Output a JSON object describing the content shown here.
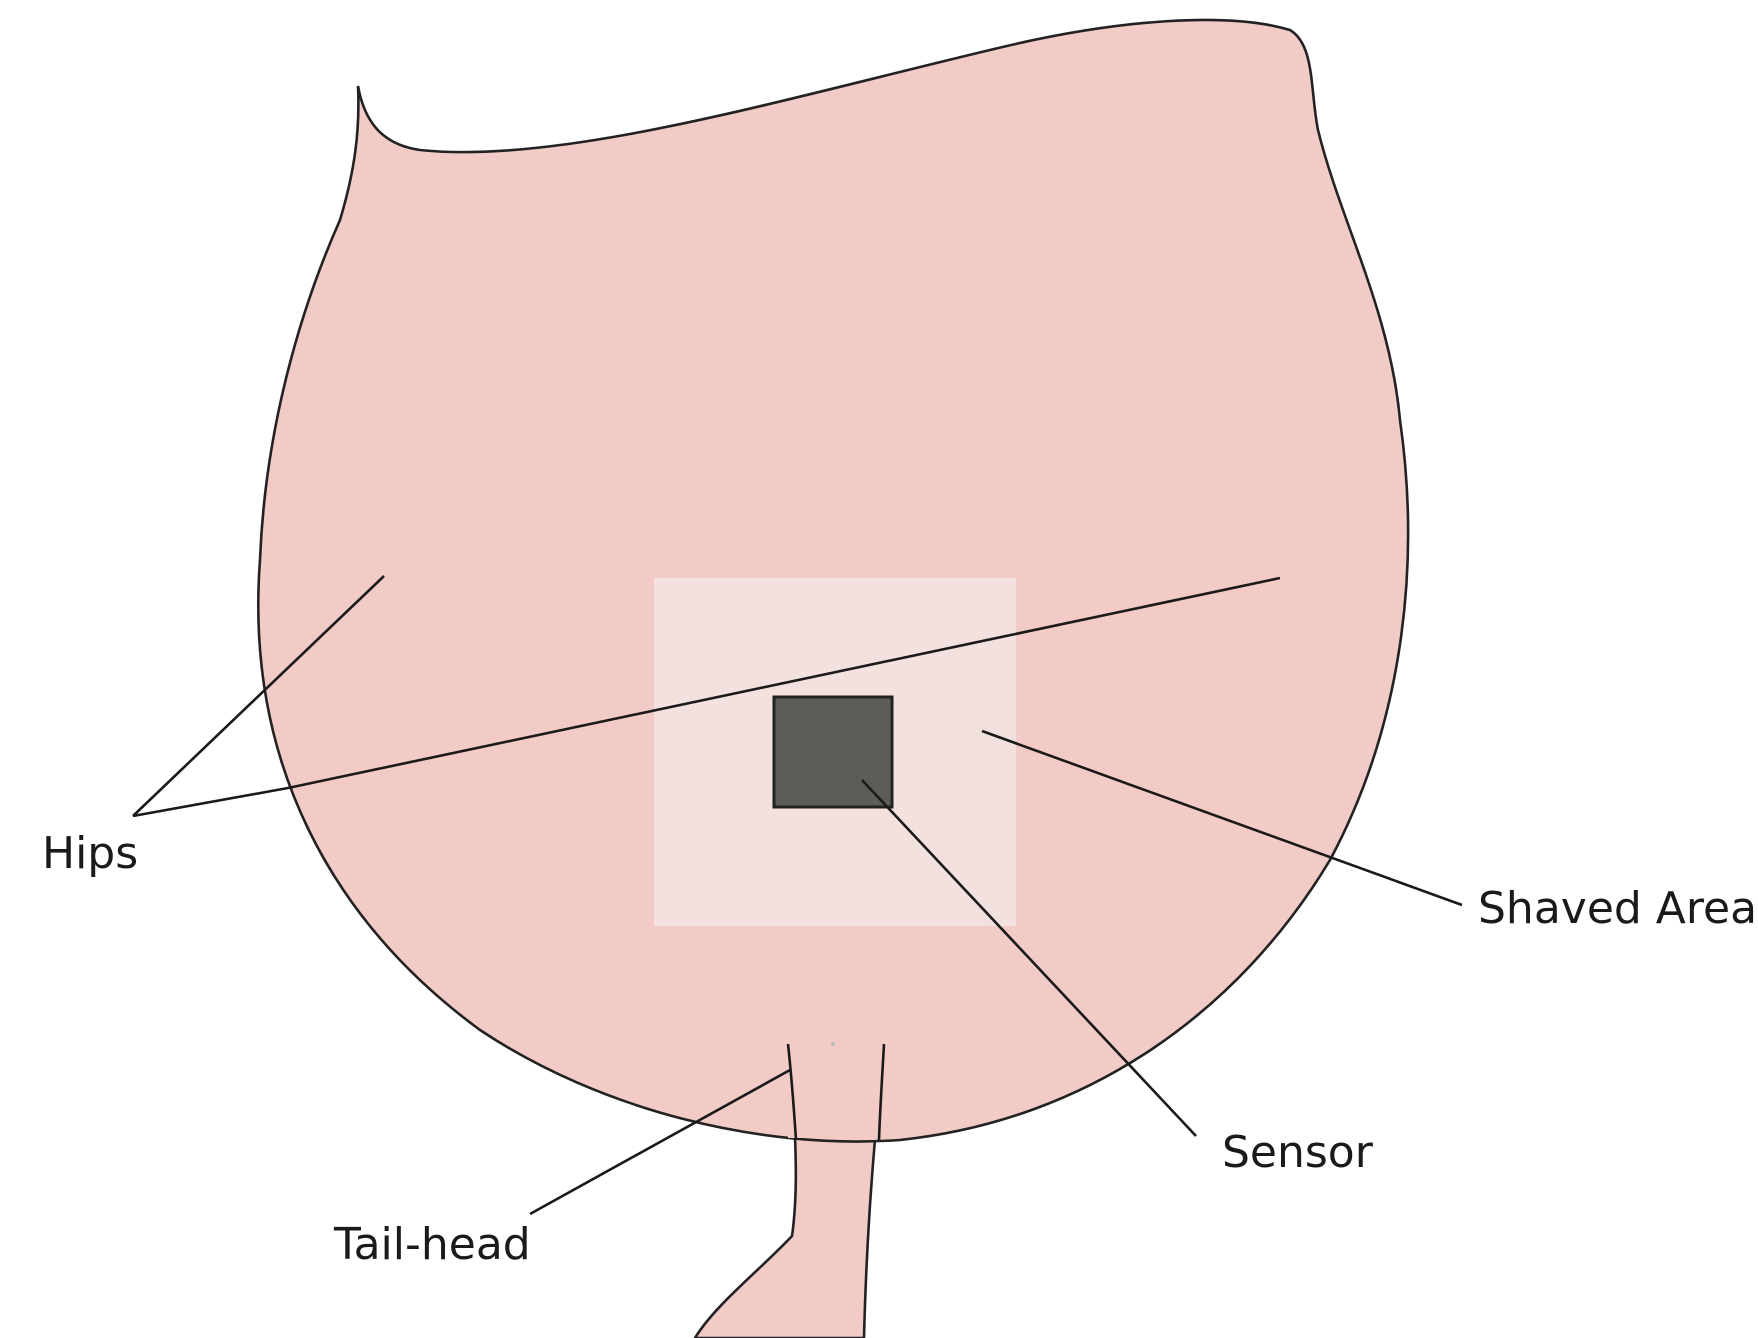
{
  "labels": {
    "hips": "Hips",
    "shaved_area": "Shaved Area",
    "sensor": "Sensor",
    "tail_head": "Tail-head"
  },
  "colors": {
    "body_fill": "#f2cbc6",
    "outline": "#222222",
    "shaved_area_fill": "#f3e1df",
    "sensor_fill": "#5d5d58",
    "background": "#ffffff"
  }
}
